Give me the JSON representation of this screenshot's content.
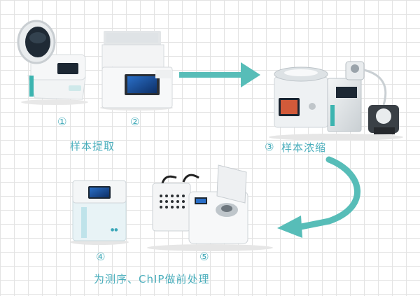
{
  "steps": [
    {
      "number": "①",
      "device": "homogenizer"
    },
    {
      "number": "②",
      "device": "extraction-instrument"
    },
    {
      "number": "③",
      "device": "vacuum-concentrator"
    },
    {
      "number": "④",
      "device": "ultrasonic-processor"
    },
    {
      "number": "⑤",
      "device": "chilled-sonicator"
    }
  ],
  "labels": {
    "extraction": "样本提取",
    "concentration": "样本浓缩",
    "pretreatment": "为测序、ChIP做前处理"
  },
  "colors": {
    "accent": "#4aaebc",
    "arrow": "#57bdb8",
    "grid": "#e3e3e3"
  }
}
